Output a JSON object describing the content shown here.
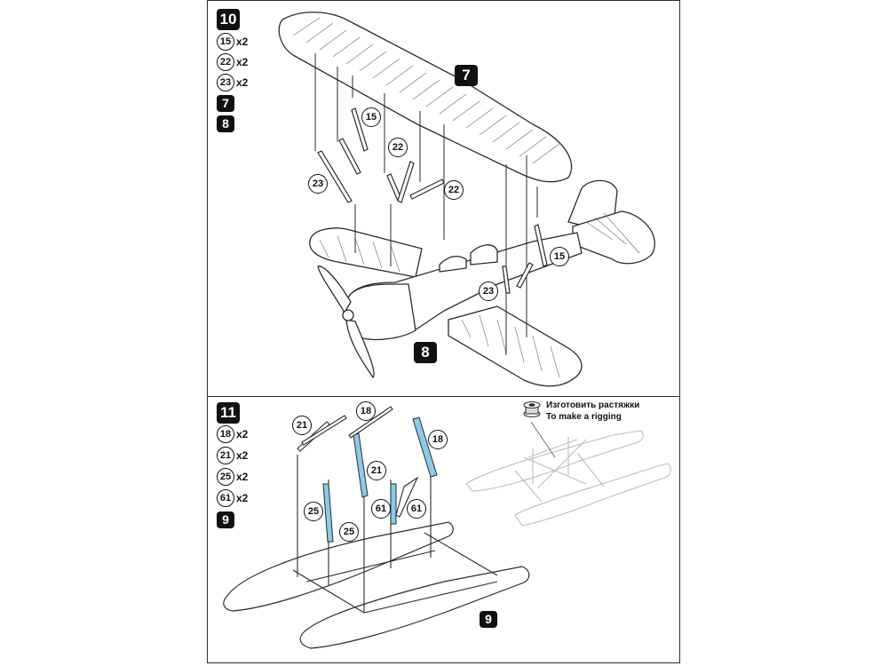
{
  "top_panel": {
    "step_number": "10",
    "parts": [
      {
        "part": "15",
        "qty": "x2"
      },
      {
        "part": "22",
        "qty": "x2"
      },
      {
        "part": "23",
        "qty": "x2"
      }
    ],
    "subassemblies": [
      "7",
      "8"
    ],
    "diagram_step_labels": {
      "upper_wing": "7",
      "fuselage": "8"
    },
    "callouts": {
      "c15a": "15",
      "c22a": "22",
      "c23a": "23",
      "c22b": "22",
      "c23b": "23",
      "c15b": "15"
    }
  },
  "bottom_panel": {
    "step_number": "11",
    "parts": [
      {
        "part": "18",
        "qty": "x2"
      },
      {
        "part": "21",
        "qty": "x2"
      },
      {
        "part": "25",
        "qty": "x2"
      },
      {
        "part": "61",
        "qty": "x2"
      }
    ],
    "subassemblies": [
      "9"
    ],
    "callouts": {
      "c21a": "21",
      "c18a": "18",
      "c18b": "18",
      "c21b": "21",
      "c25a": "25",
      "c25b": "25",
      "c61a": "61",
      "c61b": "61"
    },
    "rigging_note": {
      "line_ru": "Изготовить растяжки",
      "line_en": "To make a rigging"
    },
    "floats_label": "9"
  },
  "colors": {
    "ink": "#111111",
    "line": "#2b2b2b",
    "highlight": "#8ec9e6",
    "ghost": "#bdbdbd"
  }
}
